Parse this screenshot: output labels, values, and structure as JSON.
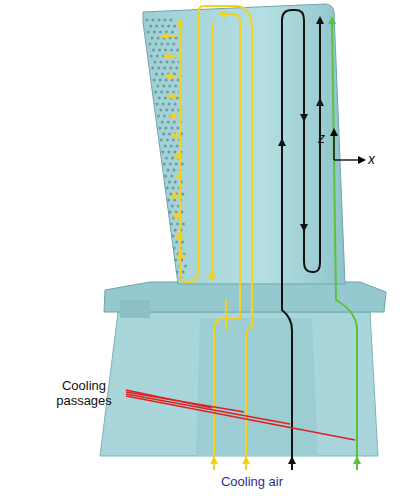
{
  "diagram": {
    "labels": [
      "z",
      "x",
      "Cooling passages",
      "Cooling air"
    ]
  }
}
